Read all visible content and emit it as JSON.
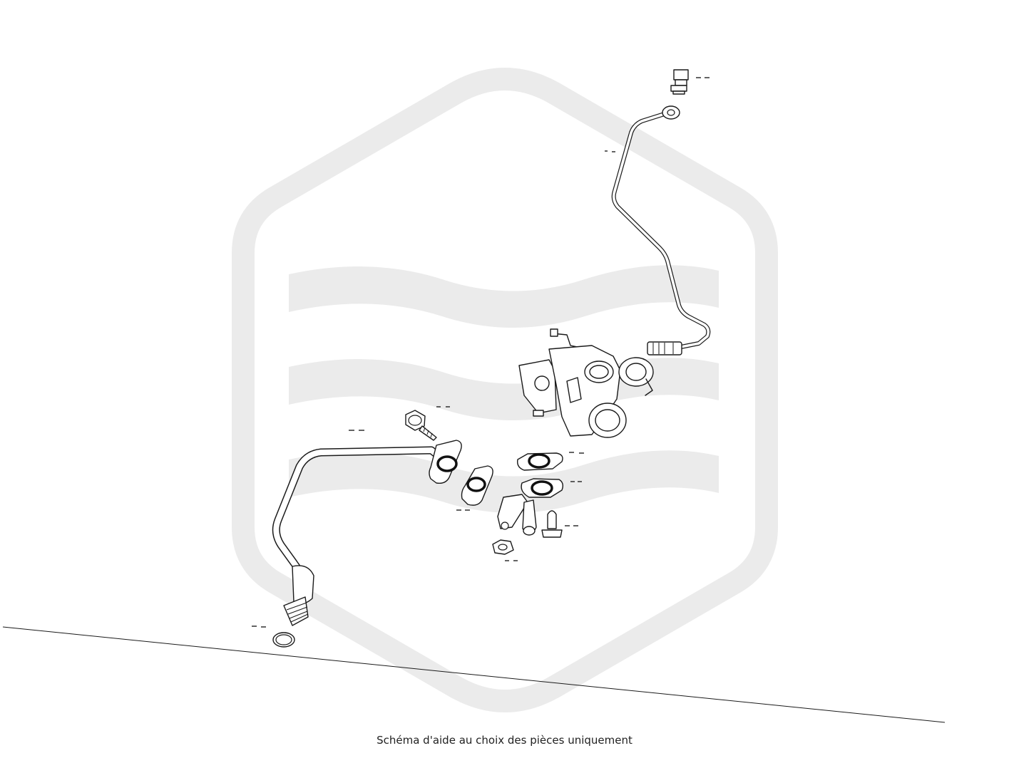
{
  "caption": "Schéma d'aide au choix des pièces uniquement",
  "colors": {
    "watermark": "#ebebeb",
    "line": "#1a1a1a",
    "background": "#ffffff"
  },
  "parts": [
    "banjo-bolt",
    "oil-feed-pipe",
    "turbocharger",
    "oil-return-pipe",
    "flange-bolt",
    "upper-gasket",
    "middle-gasket",
    "lower-gasket",
    "return-flange",
    "stud",
    "nut",
    "o-ring"
  ]
}
